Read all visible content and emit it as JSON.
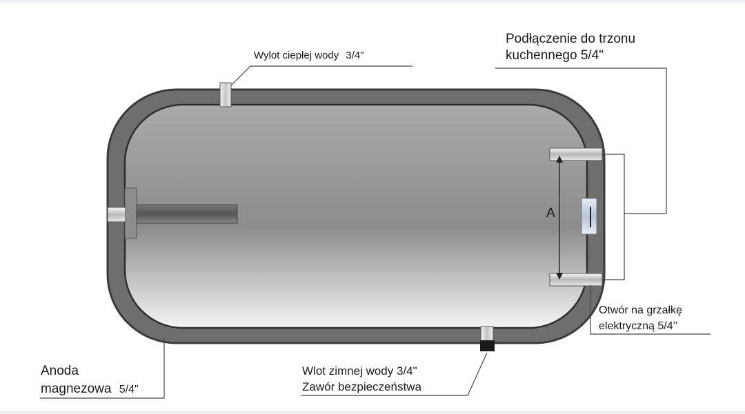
{
  "labels": {
    "hot_water_outlet": {
      "text": "Wylot ciepłej wody",
      "size": "3/4\""
    },
    "stove_connection": {
      "line1": "Podłączenie do trzonu",
      "line2": "kuchennego 5/4\""
    },
    "heater_hole": {
      "line1": "Otwór na grzałkę",
      "line2": "elektryczną 5/4’’"
    },
    "cold_water_inlet": {
      "line1": "Wlot zimnej wody 3/4\"",
      "line2": "Zawór bezpieczeństwa"
    },
    "magnesium_anode": {
      "line1": "Anoda",
      "line2": "magnezowa",
      "size": "5/4\""
    },
    "dimension_a": "A"
  },
  "colors": {
    "tank_shell": "#6e6e6e",
    "tank_outline": "#3a3a3a",
    "leader_line": "#444444",
    "valve": "#1a1a1a"
  }
}
